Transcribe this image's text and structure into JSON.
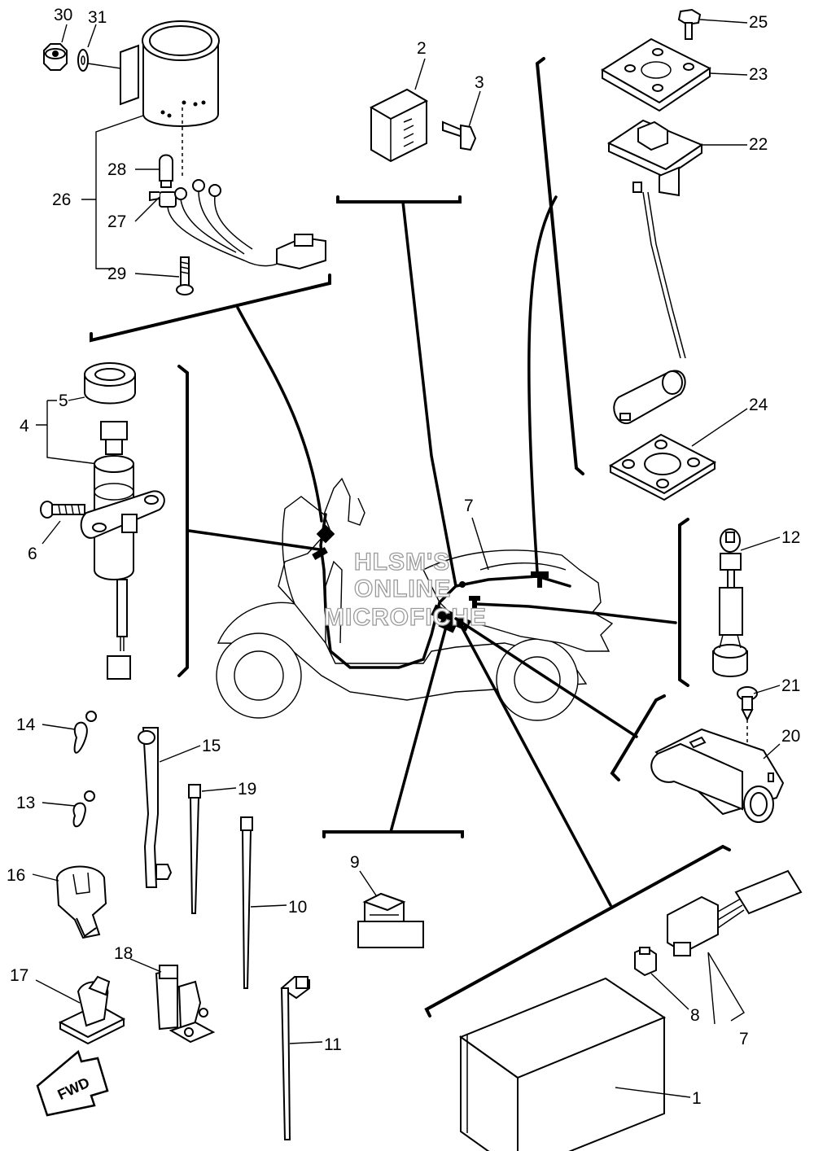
{
  "callouts": {
    "n1": "1",
    "n2": "2",
    "n3": "3",
    "n4": "4",
    "n5": "5",
    "n6": "6",
    "n7a": "7",
    "n7b": "7",
    "n8": "8",
    "n9": "9",
    "n10": "10",
    "n11": "11",
    "n12": "12",
    "n13": "13",
    "n14": "14",
    "n15": "15",
    "n16": "16",
    "n17": "17",
    "n18": "18",
    "n19": "19",
    "n20": "20",
    "n21": "21",
    "n22": "22",
    "n23": "23",
    "n24": "24",
    "n25": "25",
    "n26": "26",
    "n27": "27",
    "n28": "28",
    "n29": "29",
    "n30": "30",
    "n31": "31"
  },
  "watermark": {
    "line1": "HLSM'S",
    "line2": "ONLINE",
    "line3": "MICROFICHE"
  },
  "fwd_label": "FWD"
}
